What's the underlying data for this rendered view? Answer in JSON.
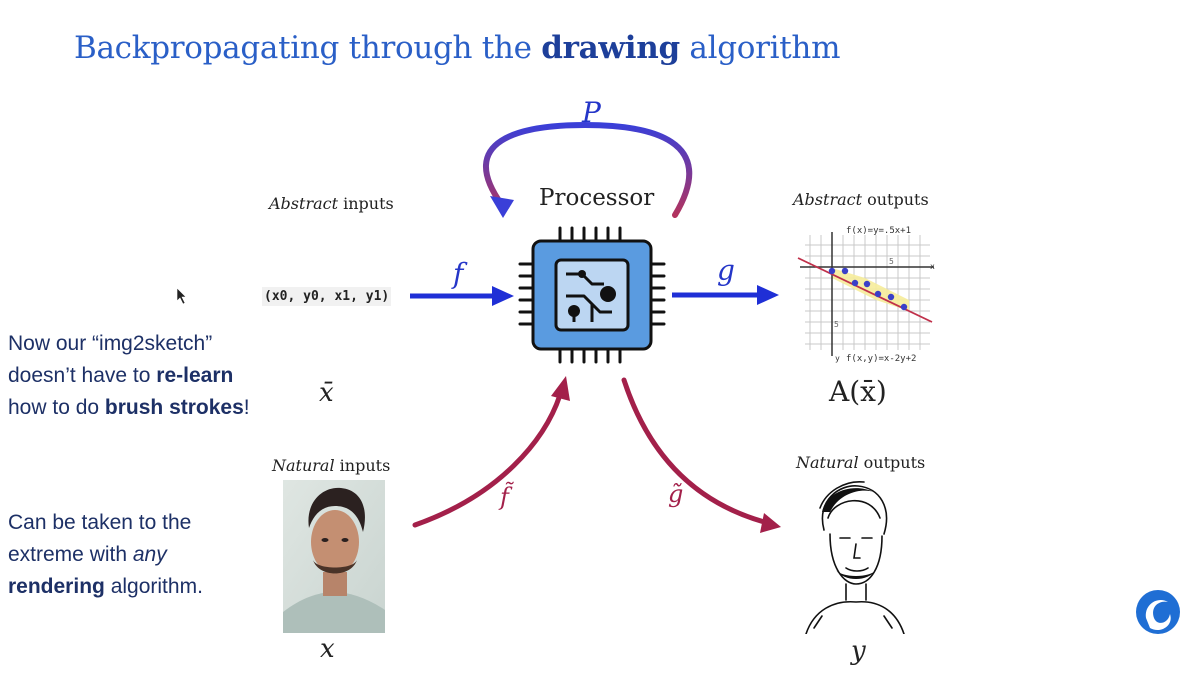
{
  "slide": {
    "title_prefix": "Backpropagating through the ",
    "title_bold": "drawing",
    "title_suffix": " algorithm"
  },
  "diagram": {
    "processor_label": "Processor",
    "loop_label": "P",
    "abstract_inputs_italic": "Abstract",
    "abstract_inputs_rest": " inputs",
    "abstract_outputs_italic": "Abstract",
    "abstract_outputs_rest": " outputs",
    "natural_inputs_italic": "Natural",
    "natural_inputs_rest": " inputs",
    "natural_outputs_italic": "Natural",
    "natural_outputs_rest": " outputs",
    "input_code": "(x0, y0, x1, y1)",
    "f_label": "f",
    "g_label": "g",
    "f_tilde_label": "f̃",
    "g_tilde_label": "g̃",
    "x_bar_label": "x̄",
    "a_x_bar_label": "A(x̄)",
    "x_label": "x",
    "y_label": "y",
    "graph": {
      "eq_top": "f(x)=y=.5x+1",
      "eq_bottom": "f(x,y)=x-2y+2",
      "x_axis_letter": "x",
      "y_axis_letter": "y",
      "tick_x": "5",
      "tick_y": "5"
    }
  },
  "sidebar": {
    "p1_a": "Now our “img2sketch” doesn’t have to ",
    "p1_b": "re-learn",
    "p1_c": " how to do ",
    "p1_d": "brush strokes",
    "p1_e": "!",
    "p2_a": "Can be taken to the extreme with ",
    "p2_b": "any",
    "p2_c": " ",
    "p2_d": "rendering",
    "p2_e": " algorithm."
  },
  "colors": {
    "title": "#2a5fc7",
    "blue_arrow": "#1f2fd6",
    "crimson_arrow": "#a3204a",
    "chip_blue": "#5a9be0"
  }
}
